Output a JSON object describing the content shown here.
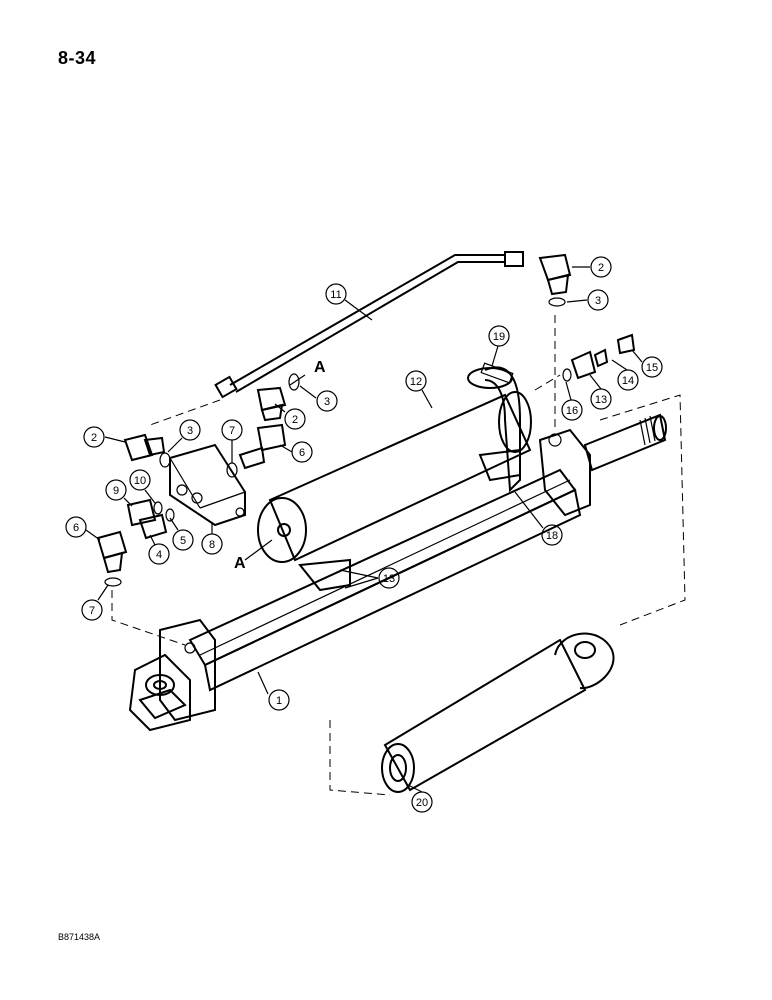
{
  "page_number": "8-34",
  "figure_id": "B871438A",
  "view_markers": [
    "A",
    "A"
  ],
  "callouts": [
    "1",
    "2",
    "2",
    "2",
    "3",
    "3",
    "3",
    "4",
    "5",
    "6",
    "6",
    "7",
    "7",
    "8",
    "9",
    "10",
    "11",
    "12",
    "13",
    "13",
    "14",
    "15",
    "16",
    "18",
    "19",
    "20"
  ]
}
